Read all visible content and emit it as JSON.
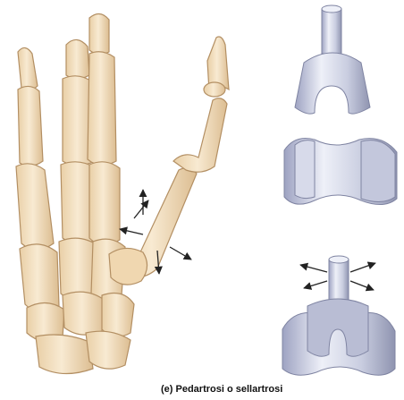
{
  "caption": "(e) Pedartrosi o sellartrosi",
  "colors": {
    "bone_fill": "#f3dfbf",
    "bone_shadow": "#d8b98e",
    "bone_outline": "#b38f63",
    "model_fill": "#c9cde0",
    "model_light": "#eceef7",
    "model_dark": "#8f94b0",
    "arrow": "#222222"
  },
  "icons": [
    "hand-skeleton-illustration",
    "saddle-joint-model",
    "motion-arrows"
  ]
}
